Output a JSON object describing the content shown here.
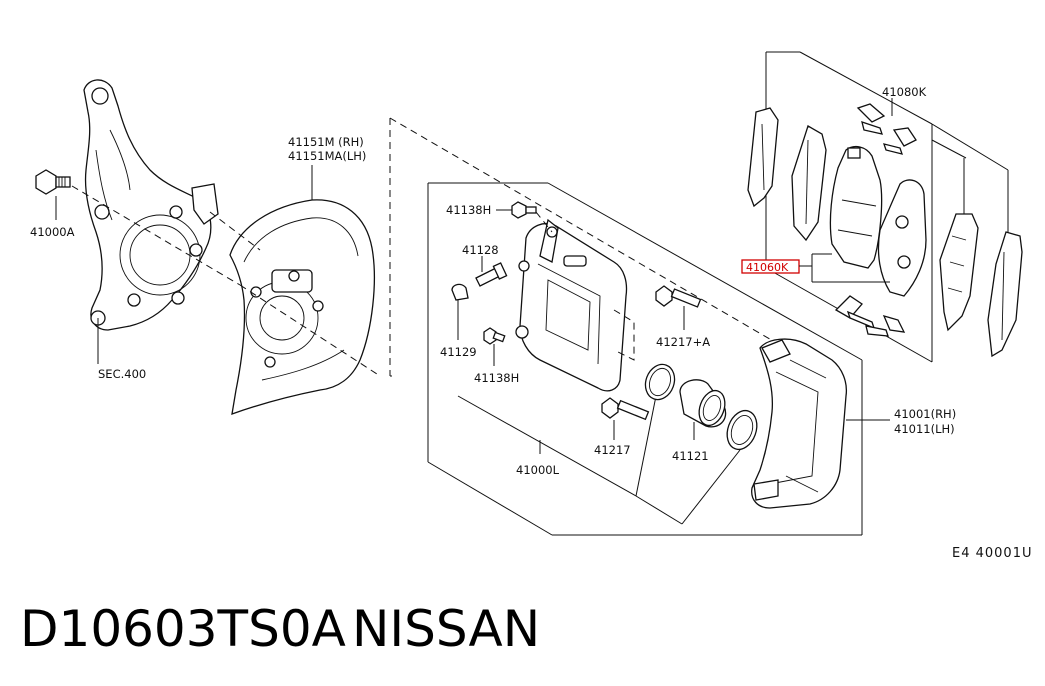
{
  "labels": {
    "bolt_41000a": "41000A",
    "sec400": "SEC.400",
    "shield_rh": "41151M (RH)",
    "shield_lh": "41151MA(LH)",
    "bolt_41138h_top": "41138H",
    "sleeve_41128": "41128",
    "cap_41129": "41129",
    "bolt_41138h_bottom": "41138H",
    "caliper_41000l": "41000L",
    "pin_41217": "41217",
    "pin_41217a": "41217+A",
    "piston_41121": "41121",
    "bracket_rh": "41001(RH)",
    "bracket_lh": "41011(LH)",
    "hardware_41080k": "41080K",
    "pad_kit_41060k": "41060K"
  },
  "diagram_code": "E4 40001U",
  "footer": {
    "part_number": "D10603TS0A",
    "brand": "NISSAN"
  },
  "colors": {
    "highlight": "#d10000",
    "ink": "#111111"
  }
}
